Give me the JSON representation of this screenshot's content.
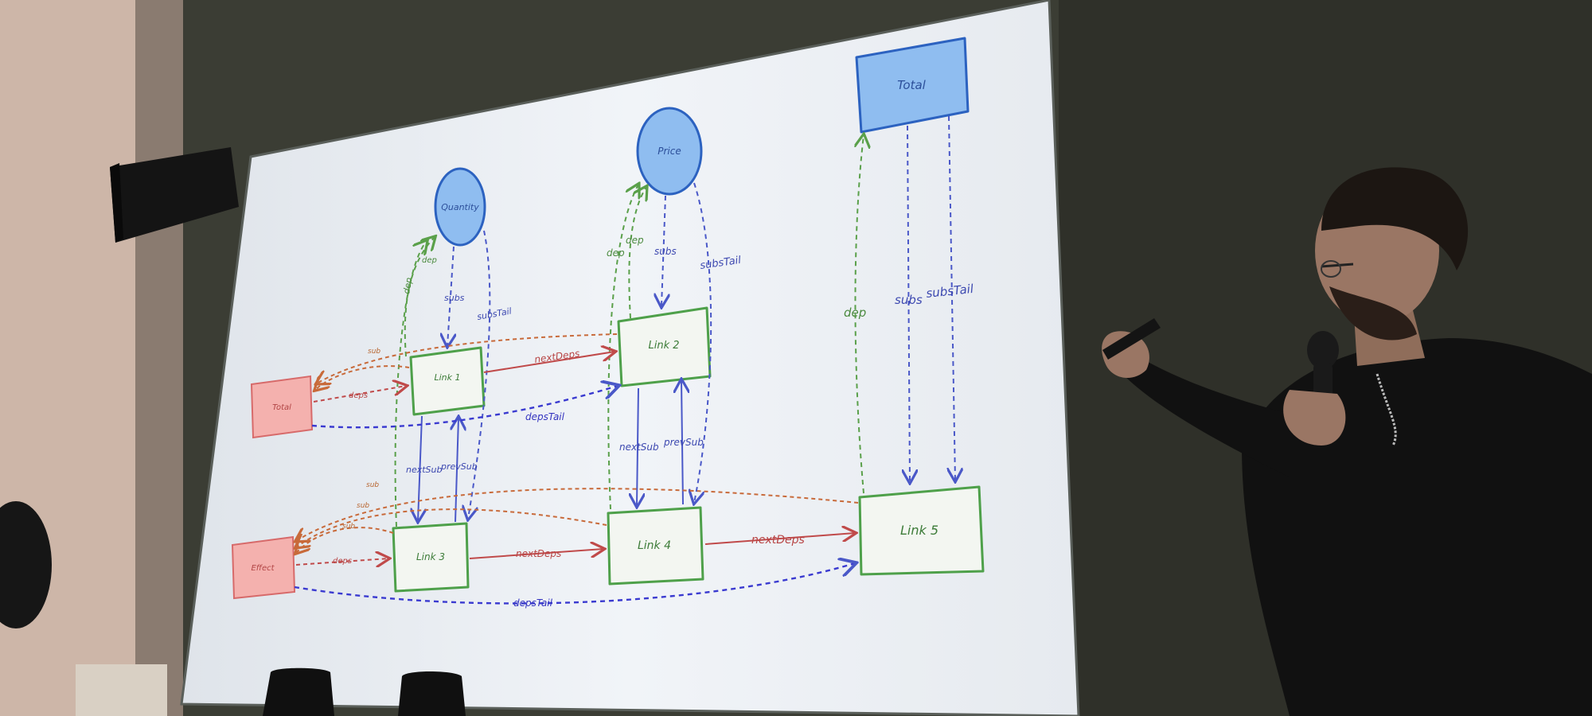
{
  "colors": {
    "wall": "#3a3c33",
    "wall_left": "#d8c4b8",
    "screen": "#eef2f6",
    "signal_fill": "#8fbdf0",
    "signal_stroke": "#2c62c0",
    "effect_fill": "#f4b1ae",
    "effect_stroke": "#d76a6a",
    "link_stroke": "#4ea04a",
    "dep_arrow": "#5aa04a",
    "sub_arrow": "#4a58c8",
    "tail_arrow": "#4a58c8",
    "next_dep_arrow": "#c04a4a",
    "dep_tail_arrow": "#3a3ad0",
    "effect_arrow": "#c86a3a"
  },
  "diagram": {
    "signals": {
      "quantity": "Quantity",
      "price": "Price",
      "total": "Total"
    },
    "effects": {
      "total_effect": "Total",
      "effect": "Effect"
    },
    "links": {
      "link1": "Link 1",
      "link2": "Link 2",
      "link3": "Link 3",
      "link4": "Link 4",
      "link5": "Link 5"
    },
    "edge_labels": {
      "dep": "dep",
      "subs": "subs",
      "subs_tail": "subsTail",
      "deps": "deps",
      "deps_tail": "depsTail",
      "next_deps": "nextDeps",
      "next_sub": "nextSub",
      "prev_sub": "prevSub",
      "sub": "sub"
    }
  },
  "scene_objects": {
    "speaker": "speaker",
    "microphone": "microphone",
    "remote": "remote-clicker",
    "wall_speaker": "wall-loudspeaker",
    "chairs": "chairs"
  }
}
